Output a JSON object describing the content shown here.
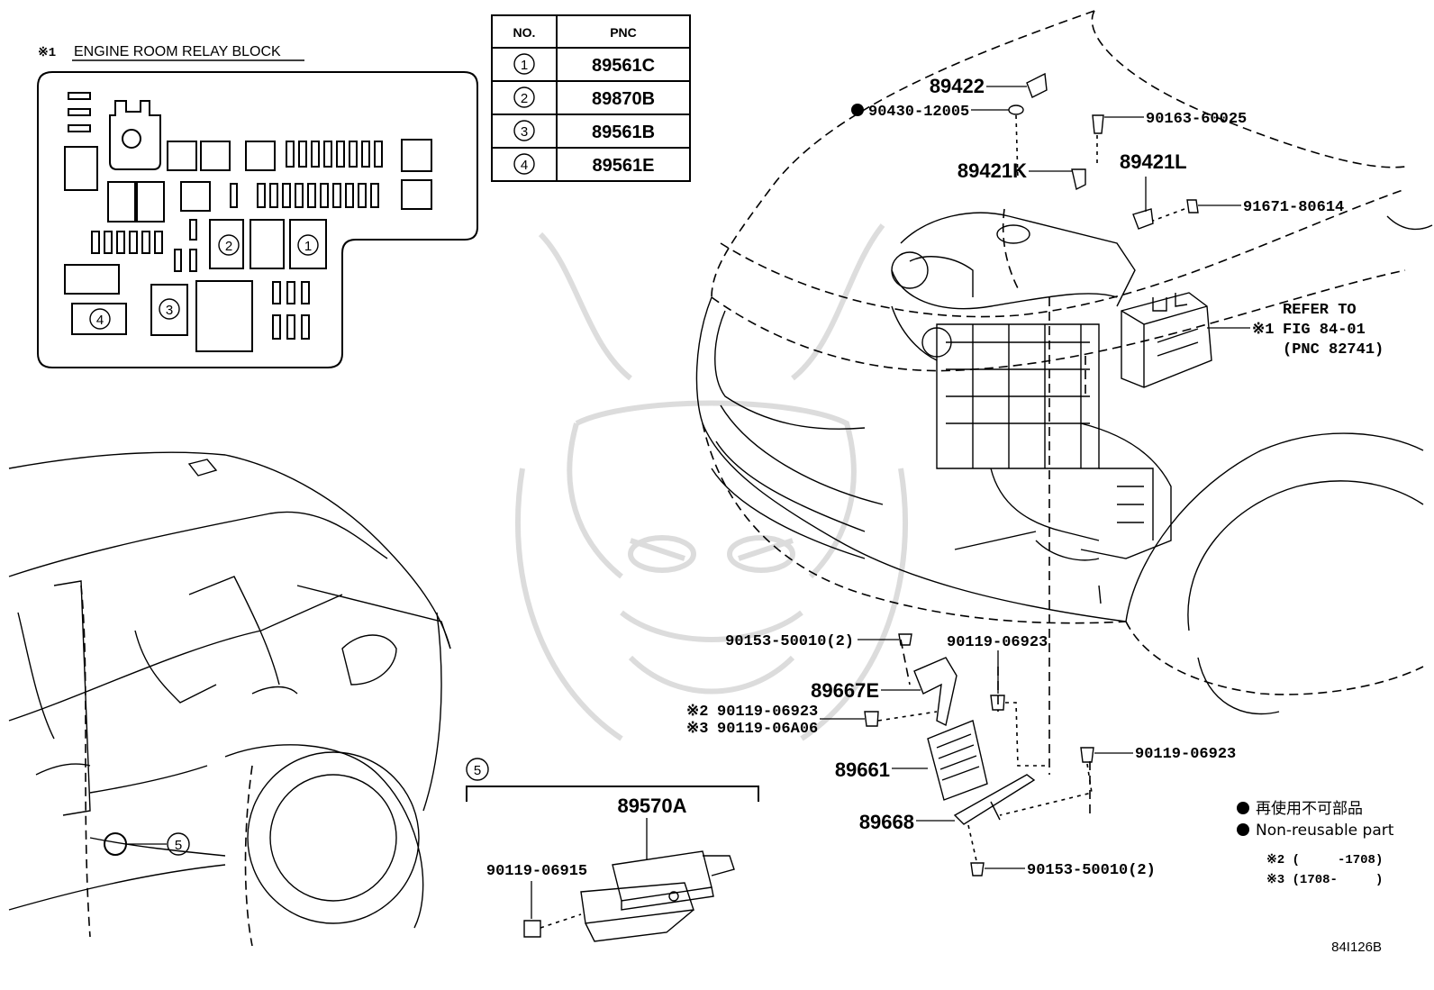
{
  "relay_block": {
    "marker": "※1",
    "title": "ENGINE ROOM RELAY BLOCK",
    "slot_numbers": [
      "1",
      "2",
      "3",
      "4"
    ]
  },
  "pnc_table": {
    "headers": [
      "NO.",
      "PNC"
    ],
    "rows": [
      {
        "no": "1",
        "pnc": "89561C"
      },
      {
        "no": "2",
        "pnc": "89870B"
      },
      {
        "no": "3",
        "pnc": "89561B"
      },
      {
        "no": "4",
        "pnc": "89561E"
      }
    ]
  },
  "engine_parts": {
    "p89422": "89422",
    "p90430": "90430-12005",
    "p90163": "90163-60025",
    "p89421K": "89421K",
    "p89421L": "89421L",
    "p91671": "91671-80614",
    "refer_line1": "REFER TO",
    "refer_marker": "※1",
    "refer_line2": "FIG 84-01",
    "refer_line3": "(PNC 82741)"
  },
  "ecu_parts": {
    "p90153_top": "90153-50010(2)",
    "p90119_top": "90119-06923",
    "p89667E": "89667E",
    "note2_marker": "※2",
    "p90119_n2": "90119-06923",
    "note3_marker": "※3",
    "p90119_n3": "90119-06A06",
    "p90119_right": "90119-06923",
    "p89661": "89661",
    "p89668": "89668",
    "p90153_bottom": "90153-50010(2)"
  },
  "inset5": {
    "number": "5",
    "part": "89570A",
    "bolt": "90119-06915"
  },
  "car_callout": "5",
  "legend": {
    "line_jp": "再使用不可部品",
    "line_en": "Non-reusable part",
    "note2": "※2 (     -1708)",
    "note3": "※3 (1708-     )"
  },
  "figure_id": "84I126B"
}
